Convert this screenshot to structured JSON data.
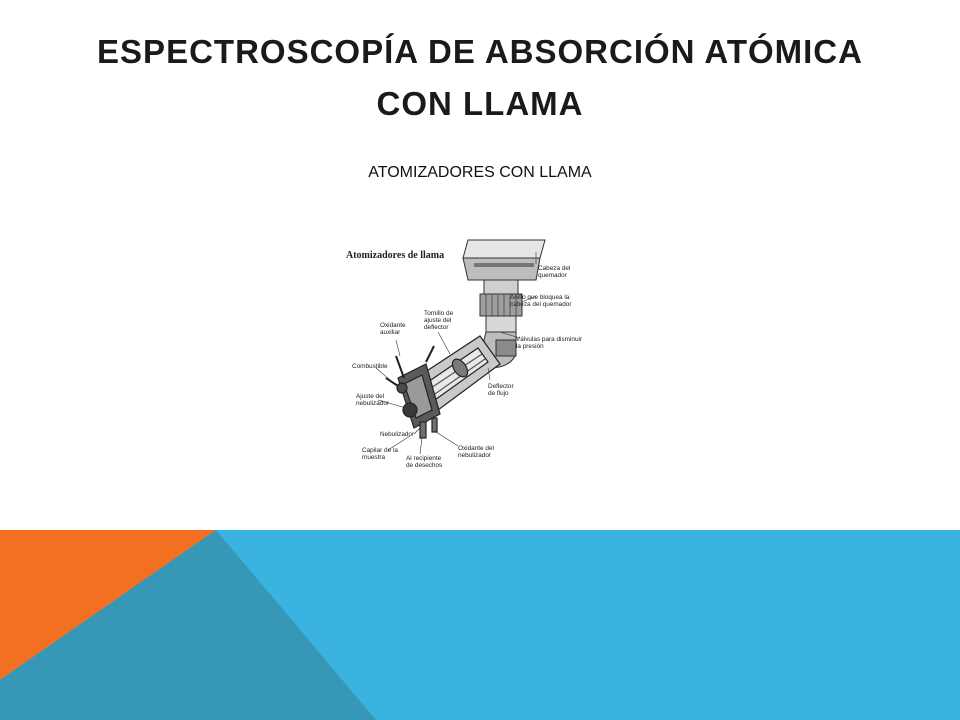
{
  "slide": {
    "title_line1": "ESPECTROSCOPÍA DE ABSORCIÓN ATÓMICA",
    "title_line2": "CON LLAMA",
    "subtitle": "ATOMIZADORES CON LLAMA"
  },
  "figure": {
    "title": "Atomizadores de llama",
    "labels": {
      "cabeza1": "Cabeza del",
      "cabeza2": "quemador",
      "anillo1": "Anillo que bloquea la",
      "anillo2": "cabeza del quemador",
      "valvulas1": "Válvulas para disminuir",
      "valvulas2": "la presión",
      "deflector1": "Deflector",
      "deflector2": "de flujo",
      "tornillo1": "Tornillo de",
      "tornillo2": "ajuste del",
      "tornillo3": "deflector",
      "oxidante_aux1": "Oxidante",
      "oxidante_aux2": "auxiliar",
      "combustible": "Combustible",
      "ajuste1": "Ajuste del",
      "ajuste2": "nebulizador",
      "nebulizador": "Nebulizador",
      "capilar1": "Capilar de la",
      "capilar2": "muestra",
      "recipiente1": "Al recipiente",
      "recipiente2": "de desechos",
      "oxidante_neb1": "Oxidante del",
      "oxidante_neb2": "nebulizador"
    }
  },
  "colors": {
    "orange": "#F36F21",
    "blue": "#3AB3E0",
    "blue_dark": "#3797B7"
  }
}
